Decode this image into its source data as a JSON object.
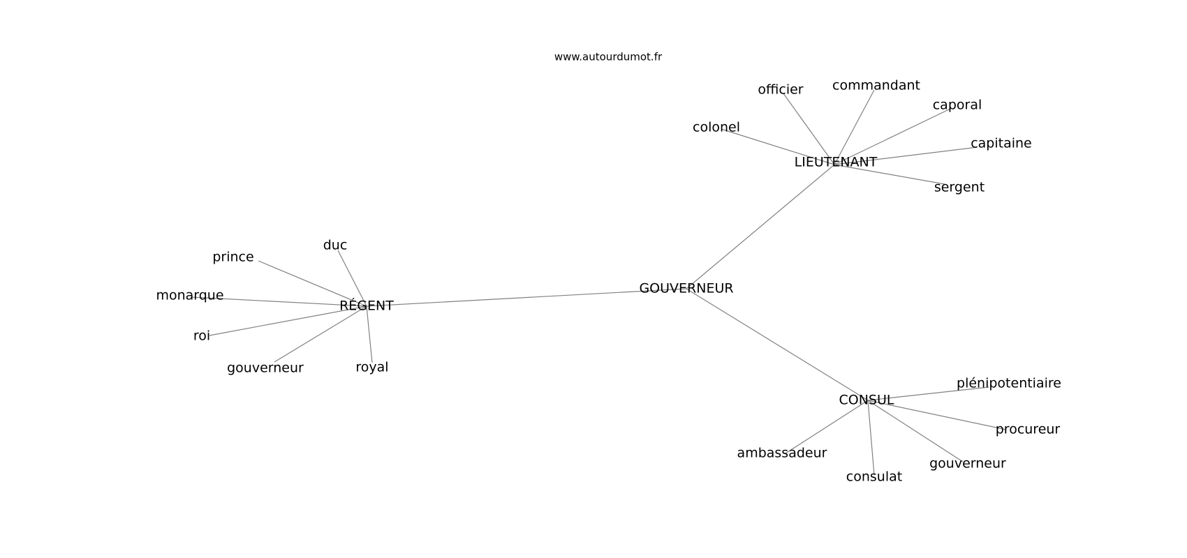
{
  "watermark": "www.autourdumot.fr",
  "graph": {
    "center": "GOUVERNEUR",
    "hubs": [
      {
        "label": "RÉGENT",
        "leaves": [
          "duc",
          "prince",
          "monarque",
          "roi",
          "gouverneur",
          "royal"
        ]
      },
      {
        "label": "LIEUTENANT",
        "leaves": [
          "officier",
          "commandant",
          "caporal",
          "colonel",
          "capitaine",
          "sergent"
        ]
      },
      {
        "label": "CONSUL",
        "leaves": [
          "plénipotentiaire",
          "procureur",
          "ambassadeur",
          "gouverneur",
          "consulat"
        ]
      }
    ]
  },
  "colors": {
    "edge": "#808080",
    "text": "#000000",
    "background": "#ffffff"
  }
}
